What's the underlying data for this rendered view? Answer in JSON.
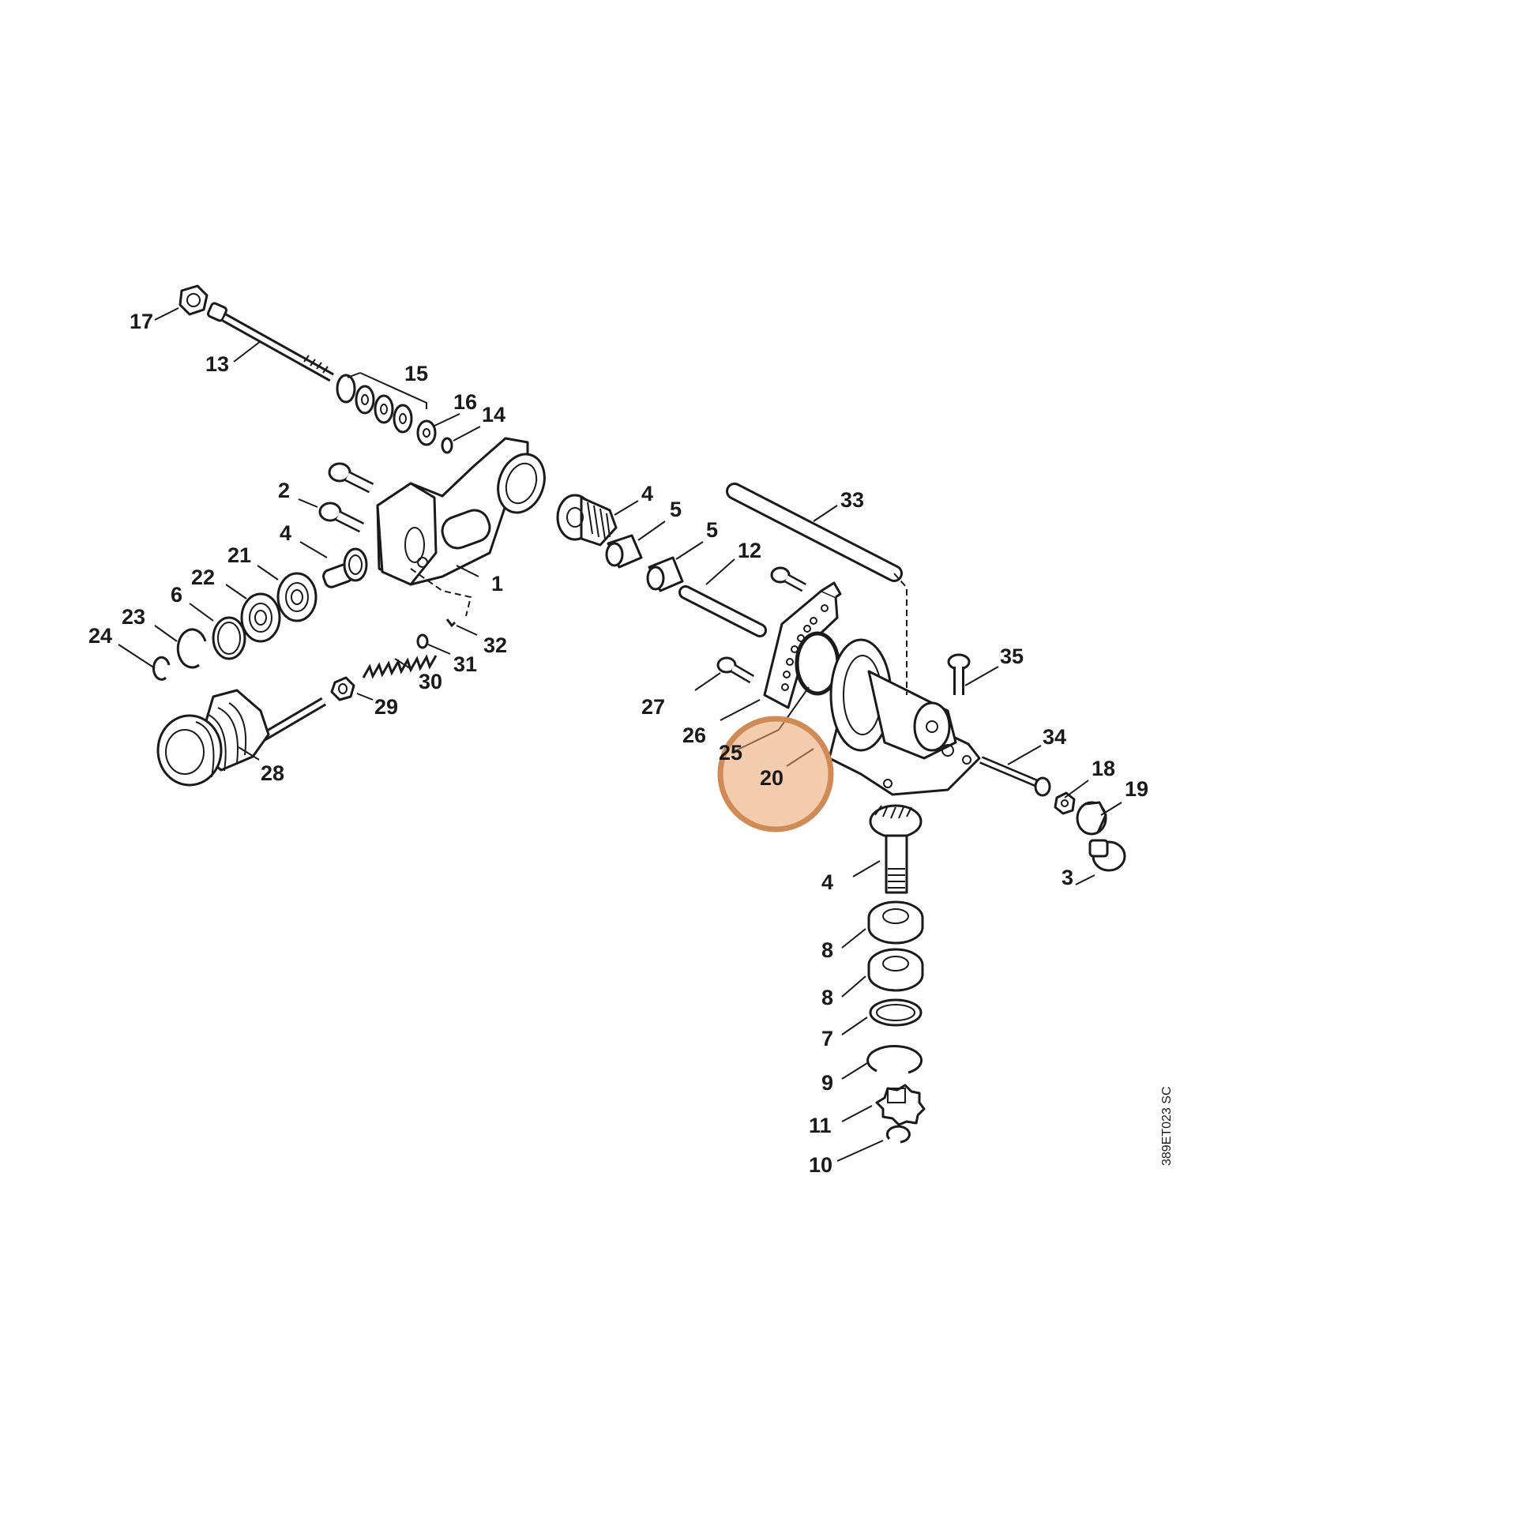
{
  "drawing_ref": "389ET023 SC",
  "highlight": {
    "label": "20",
    "color": "#cf8a55"
  },
  "callouts": {
    "l1": "1",
    "l2": "2",
    "l3": "3",
    "l4a": "4",
    "l4b": "4",
    "l4c": "4",
    "l5a": "5",
    "l5b": "5",
    "l6": "6",
    "l7": "7",
    "l8a": "8",
    "l8b": "8",
    "l9": "9",
    "l10": "10",
    "l11": "11",
    "l12": "12",
    "l13": "13",
    "l14": "14",
    "l15": "15",
    "l16": "16",
    "l17": "17",
    "l18": "18",
    "l19": "19",
    "l20": "20",
    "l21": "21",
    "l22": "22",
    "l23": "23",
    "l24": "24",
    "l25": "25",
    "l26": "26",
    "l27": "27",
    "l28": "28",
    "l29": "29",
    "l30": "30",
    "l31": "31",
    "l32": "32",
    "l33": "33",
    "l34": "34",
    "l35": "35"
  }
}
